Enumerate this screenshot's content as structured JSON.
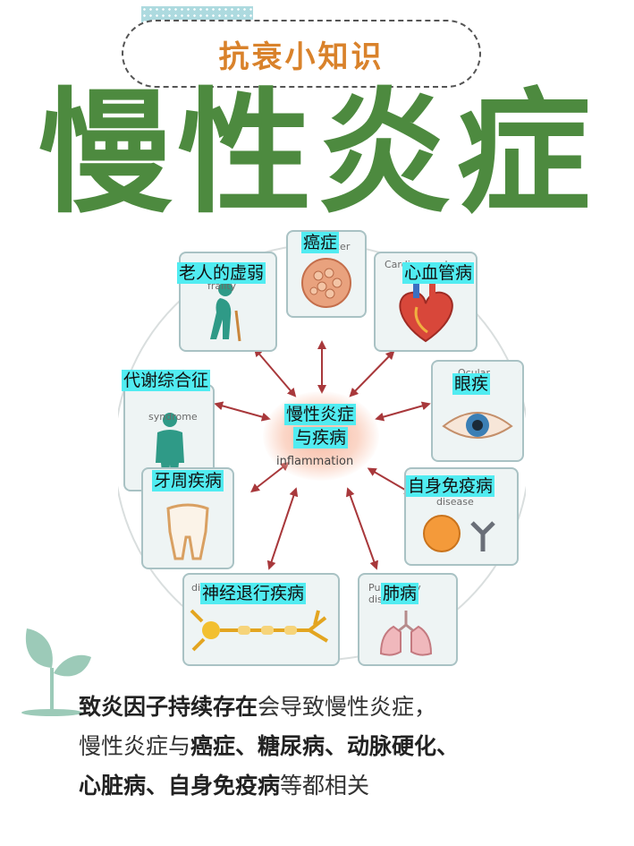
{
  "header": {
    "tag": "抗衰小知识",
    "title": "慢性炎症"
  },
  "diagram": {
    "center": {
      "line1": "慢性炎症",
      "line2": "与疾病",
      "english": "inflammation"
    },
    "nodes": [
      {
        "id": "cancer",
        "label": "癌症",
        "english": "cer"
      },
      {
        "id": "frailty",
        "label": "老人的虚弱",
        "english": "frailty"
      },
      {
        "id": "cardio",
        "label": "心血管病",
        "english": "Cardiovascular"
      },
      {
        "id": "metabolic",
        "label": "代谢综合征",
        "english": "syndrome"
      },
      {
        "id": "ocular",
        "label": "眼疾",
        "english": "Ocular"
      },
      {
        "id": "periodontal",
        "label": "牙周疾病",
        "english": ""
      },
      {
        "id": "autoimmune",
        "label": "自身免疫病",
        "english": "disease"
      },
      {
        "id": "neuro",
        "label": "神经退行疾病",
        "english": "disease"
      },
      {
        "id": "pulmonary",
        "label": "肺病",
        "english": "Pulmonary disease"
      }
    ],
    "colors": {
      "arrow": "#a8383b",
      "card_border": "#a9c2c4",
      "label_bg": "#51ecf1"
    }
  },
  "text": {
    "p1_bold": "致炎因子持续存在",
    "p1_rest": "会导致慢性炎症，",
    "p2_plain": "慢性炎症与",
    "p2_bold": "癌症、糖尿病、动脉硬化、",
    "p3_bold": "心脏病、自身免疫病",
    "p3_rest": "等都相关"
  },
  "colors": {
    "title": "#4d8a3f",
    "tag": "#d9822b",
    "sprout": "#9ccab8"
  }
}
